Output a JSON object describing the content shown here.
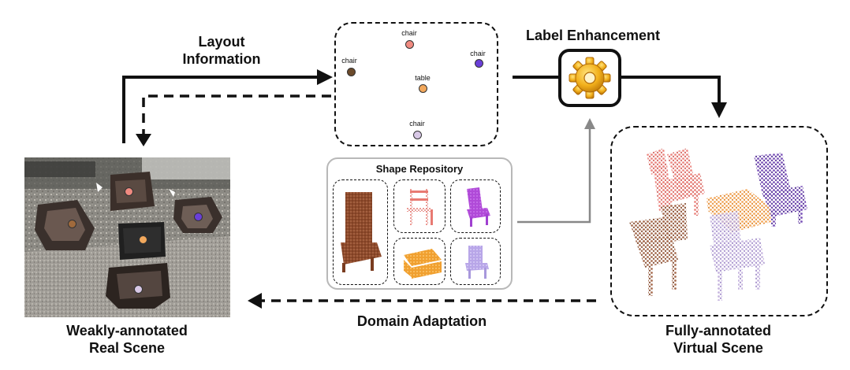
{
  "labels": {
    "layout_line1": "Layout",
    "layout_line2": "Information",
    "label_enhancement": "Label Enhancement",
    "shape_repository": "Shape Repository",
    "domain_adaptation": "Domain Adaptation",
    "weak_line1": "Weakly-annotated",
    "weak_line2": "Real Scene",
    "full_line1": "Fully-annotated",
    "full_line2": "Virtual Scene"
  },
  "layout_points": [
    {
      "label": "chair",
      "color": "#f08a80"
    },
    {
      "label": "chair",
      "color": "#6b4a2b"
    },
    {
      "label": "table",
      "color": "#f2a85c"
    },
    {
      "label": "chair",
      "color": "#6a3fd8"
    },
    {
      "label": "chair",
      "color": "#d8c8e6"
    }
  ],
  "scene_dots": [
    {
      "name": "chair",
      "color": "#f08a80"
    },
    {
      "name": "chair",
      "color": "#a06a3c"
    },
    {
      "name": "table",
      "color": "#f2a85c"
    },
    {
      "name": "chair",
      "color": "#6a3fd8"
    },
    {
      "name": "chair",
      "color": "#d8c8e6"
    }
  ],
  "icons": {
    "gear": "gear-icon"
  },
  "colors": {
    "chair_pink": "#f08a80",
    "chair_brown": "#a06a3c",
    "table_orange": "#f2a85c",
    "chair_purple": "#7a50b8",
    "chair_lavender": "#c8b8e0",
    "repo_purple": "#b34de0",
    "gear_gold": "#f0b020"
  }
}
